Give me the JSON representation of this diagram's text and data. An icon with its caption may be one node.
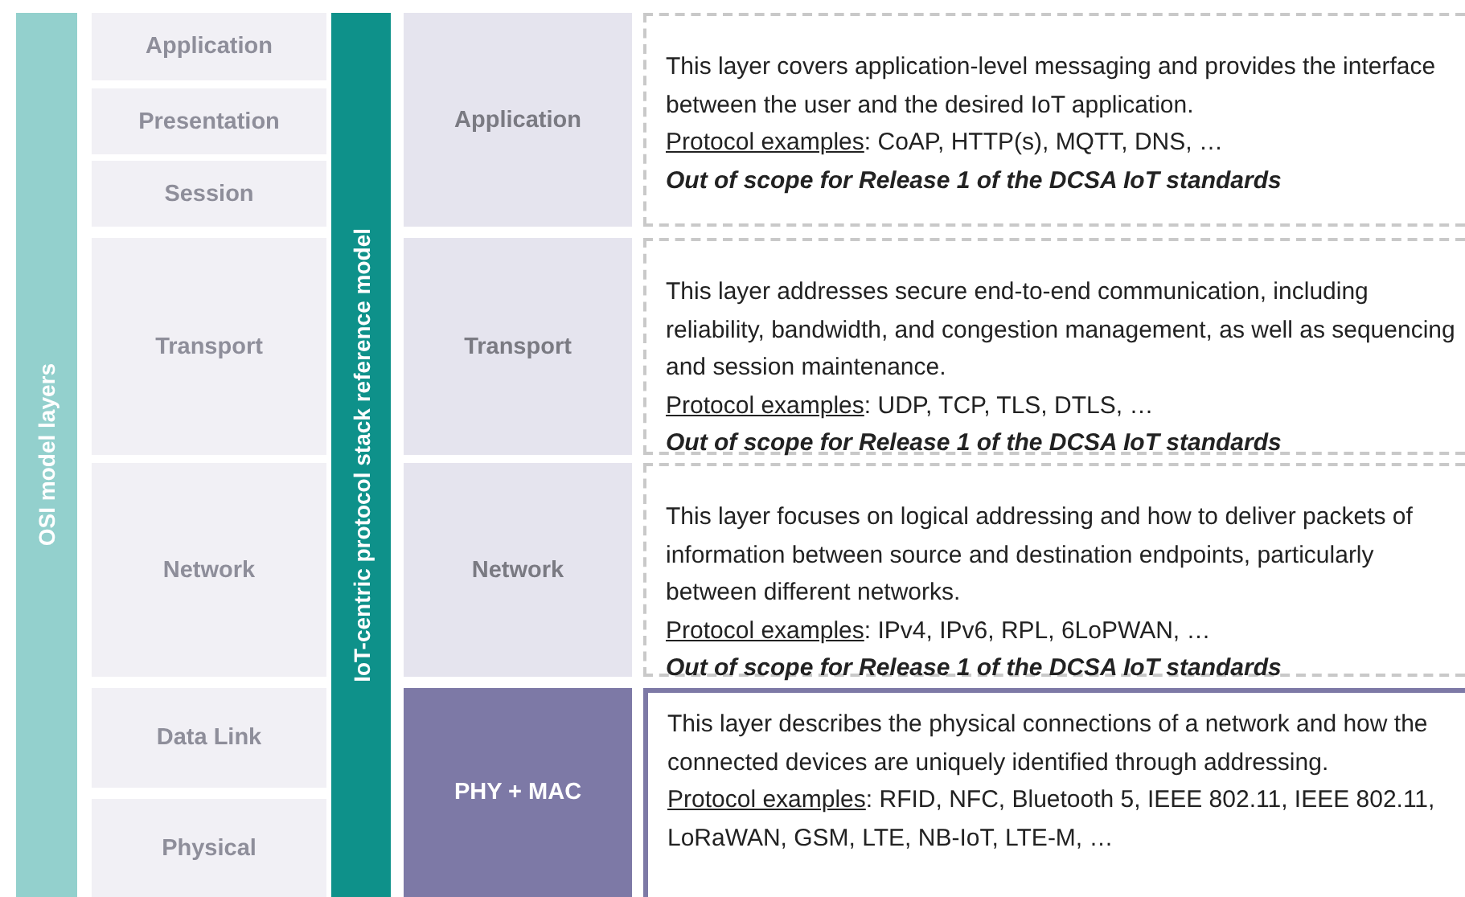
{
  "diagram": {
    "nodes": [
      {
        "text": [
          "OSI model layers"
        ]
      },
      {
        "text": [
          "Application"
        ]
      },
      {
        "text": [
          "Presentation"
        ]
      },
      {
        "text": [
          "Session"
        ]
      },
      {
        "text": [
          "Transport"
        ]
      },
      {
        "text": [
          "Network"
        ]
      },
      {
        "text": [
          "Data Link"
        ]
      },
      {
        "text": [
          "Physical"
        ]
      },
      {
        "text": [
          "IoT-centric protocol stack reference model"
        ]
      },
      {
        "text": [
          "Application"
        ]
      },
      {
        "text": [
          "Transport"
        ]
      },
      {
        "text": [
          "Network"
        ]
      },
      {
        "text": [
          "PHY + MAC"
        ]
      },
      {
        "text": [
          "This layer covers application-level messaging and provides the interface between the user and the desired IoT application.",
          "Protocol examples: CoAP, HTTP(s), MQTT, DNS, …",
          "Out of scope for Release 1 of the DCSA IoT standards"
        ]
      },
      {
        "text": [
          "This layer addresses secure end-to-end communication, including reliability, bandwidth, and congestion management, as well as sequencing and session maintenance.",
          "Protocol examples: UDP, TCP, TLS, DTLS, …",
          "Out of scope for Release 1 of the DCSA IoT standards"
        ]
      },
      {
        "text": [
          "This layer focuses on logical addressing and how to deliver packets of information between source and destination endpoints, particularly between different networks.",
          "Protocol examples: IPv4, IPv6, RPL, 6LoPWAN, …",
          "Out of scope for Release 1 of the DCSA IoT standards"
        ]
      },
      {
        "text": [
          "This layer describes the physical connections of a network and how the connected devices are uniquely identified through addressing.",
          "Protocol examples: RFID, NFC, Bluetooth 5, IEEE 802.11, IEEE 802.11, LoRaWAN, GSM, LTE, NB-IoT, LTE-M, …"
        ]
      }
    ]
  }
}
